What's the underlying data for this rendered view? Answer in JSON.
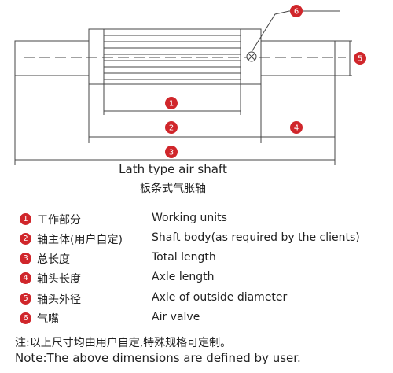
{
  "caption": {
    "english": "Lath type air shaft",
    "chinese": "板条式气胀轴"
  },
  "callouts": [
    "1",
    "2",
    "3",
    "4",
    "5",
    "6"
  ],
  "legend": [
    {
      "num": "1",
      "cn": "工作部分",
      "en": "Working units"
    },
    {
      "num": "2",
      "cn": "轴主体(用户自定)",
      "en": "Shaft body(as required by the clients)"
    },
    {
      "num": "3",
      "cn": "总长度",
      "en": "Total length"
    },
    {
      "num": "4",
      "cn": "轴头长度",
      "en": "Axle length"
    },
    {
      "num": "5",
      "cn": "轴头外径",
      "en": "Axle of outside diameter"
    },
    {
      "num": "6",
      "cn": "气嘴",
      "en": "Air valve"
    }
  ],
  "note": {
    "chinese": "注:以上尺寸均由用户自定,特殊规格可定制。",
    "english": "Note:The above dimensions are defined by user."
  },
  "colors": {
    "accent": "#d0262b",
    "line": "#444444"
  }
}
